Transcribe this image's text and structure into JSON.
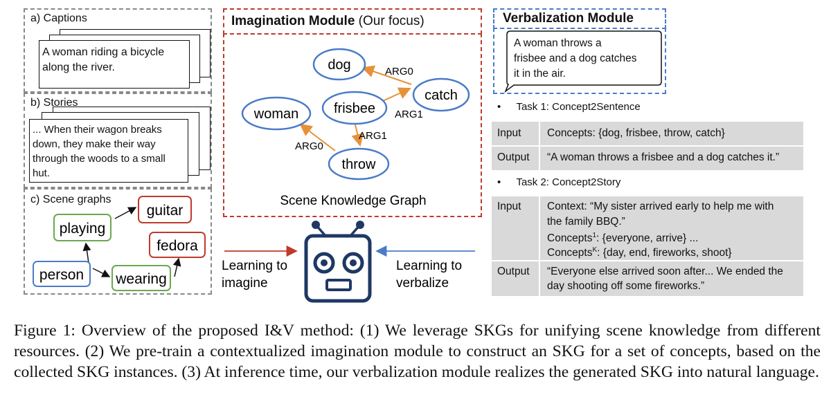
{
  "captions_panel": {
    "label": "a) Captions",
    "text_lines": [
      "A woman riding a bicycle",
      "along the river."
    ]
  },
  "stories_panel": {
    "label": "b) Stories",
    "text_lines": [
      "... When their wagon breaks",
      "down, they make their way",
      "through the woods to a small",
      "hut."
    ]
  },
  "scene_graphs_panel": {
    "label": "c) Scene graphs",
    "nodes": {
      "person": "person",
      "playing": "playing",
      "wearing": "wearing",
      "guitar": "guitar",
      "fedora": "fedora"
    },
    "colors": {
      "object": "#c0392b",
      "relation": "#6aa84f",
      "subject": "#4a7bc8"
    }
  },
  "imagination_module": {
    "title_bold": "Imagination Module",
    "title_rest": " (Our focus)",
    "graph_label": "Scene Knowledge Graph",
    "nodes": {
      "dog": "dog",
      "catch": "catch",
      "frisbee": "frisbee",
      "woman": "woman",
      "throw": "throw"
    },
    "edge_labels": {
      "catch_dog": "ARG0",
      "frisbee_catch": "ARG1",
      "frisbee_throw": "ARG1",
      "throw_woman": "ARG0"
    },
    "colors": {
      "node": "#4a7bc8",
      "edge": "#e69138"
    }
  },
  "robot": {
    "left_label_lines": [
      "Learning to",
      "imagine"
    ],
    "right_label_lines": [
      "Learning to",
      "verbalize"
    ],
    "color": "#1f3864"
  },
  "verbalization_module": {
    "title": "Verbalization Module",
    "output_lines": [
      "A woman throws a",
      "frisbee and a dog catches",
      "it in the air."
    ],
    "task1": {
      "bullet": "•",
      "title": "Task 1: Concept2Sentence",
      "input_label": "Input",
      "input_value": "Concepts: {dog, frisbee, throw, catch}",
      "output_label": "Output",
      "output_value": "“A woman throws a frisbee and a dog catches it.”"
    },
    "task2": {
      "bullet": "•",
      "title": "Task 2: Concept2Story",
      "input_label": "Input",
      "input_context_lines": [
        "Context: “My sister arrived early to help me with",
        "the family BBQ.”"
      ],
      "concepts1_prefix": "Concepts",
      "concepts1_sup": "1",
      "concepts1_rest": ": {everyone, arrive} ...",
      "conceptsk_prefix": "Concepts",
      "conceptsk_sup": "K",
      "conceptsk_rest": ": {day, end, fireworks, shoot}",
      "output_label": "Output",
      "output_lines": [
        "“Everyone else arrived soon after... We ended the",
        "day shooting off some fireworks.”"
      ]
    }
  },
  "caption": "Figure 1: Overview of the proposed I&V method: (1) We leverage SKGs for unifying scene knowledge from different resources. (2) We pre-train a contextualized imagination module to construct an SKG for a set of concepts, based on the collected SKG instances. (3) At inference time, our verbalization module realizes the generated SKG into natural language."
}
